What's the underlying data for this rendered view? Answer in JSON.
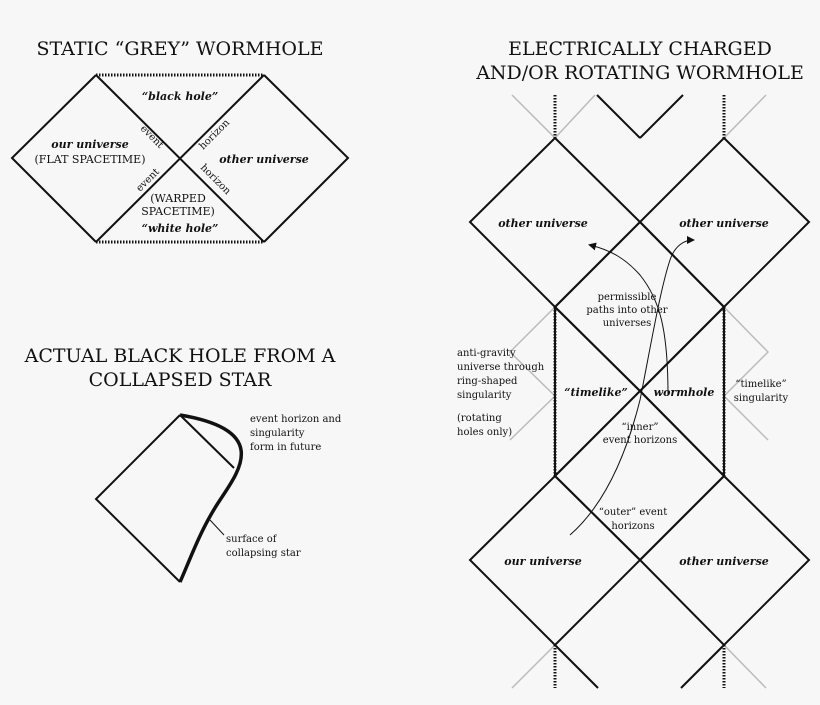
{
  "left_top": {
    "title": "STATIC “GREY” WORMHOLE",
    "black_hole": "“black hole”",
    "white_hole": "“white hole”",
    "our_universe": "our universe",
    "flat_spacetime": "(FLAT SPACETIME)",
    "other_universe": "other universe",
    "warped_1": "(WARPED",
    "warped_2": "SPACETIME)",
    "event_1": "event",
    "horizon_1": "horizon",
    "event_2": "event",
    "horizon_2": "horizon"
  },
  "left_bottom": {
    "title_1": "ACTUAL BLACK HOLE FROM A",
    "title_2": "COLLAPSED STAR",
    "note_1": "event horizon and",
    "note_2": "singularity",
    "note_3": "form in future",
    "surface_1": "surface of",
    "surface_2": "collapsing star"
  },
  "right": {
    "title_1": "ELECTRICALLY CHARGED",
    "title_2": "AND/OR ROTATING WORMHOLE",
    "other_universe_tl": "other universe",
    "other_universe_tr": "other universe",
    "our_universe": "our universe",
    "other_universe_br": "other universe",
    "timelike_center": "“timelike”",
    "wormhole": "wormhole",
    "paths_1": "permissible",
    "paths_2": "paths into other",
    "paths_3": "universes",
    "antigravity_1": "anti-gravity",
    "antigravity_2": "universe through",
    "antigravity_3": "ring-shaped",
    "antigravity_4": "singularity",
    "rotating_1": "(rotating",
    "rotating_2": "holes only)",
    "timelike_sing_1": "“timelike”",
    "timelike_sing_2": "singularity",
    "inner_1": "“inner”",
    "inner_2": "event horizons",
    "outer_1": "“outer” event",
    "outer_2": "horizons"
  }
}
